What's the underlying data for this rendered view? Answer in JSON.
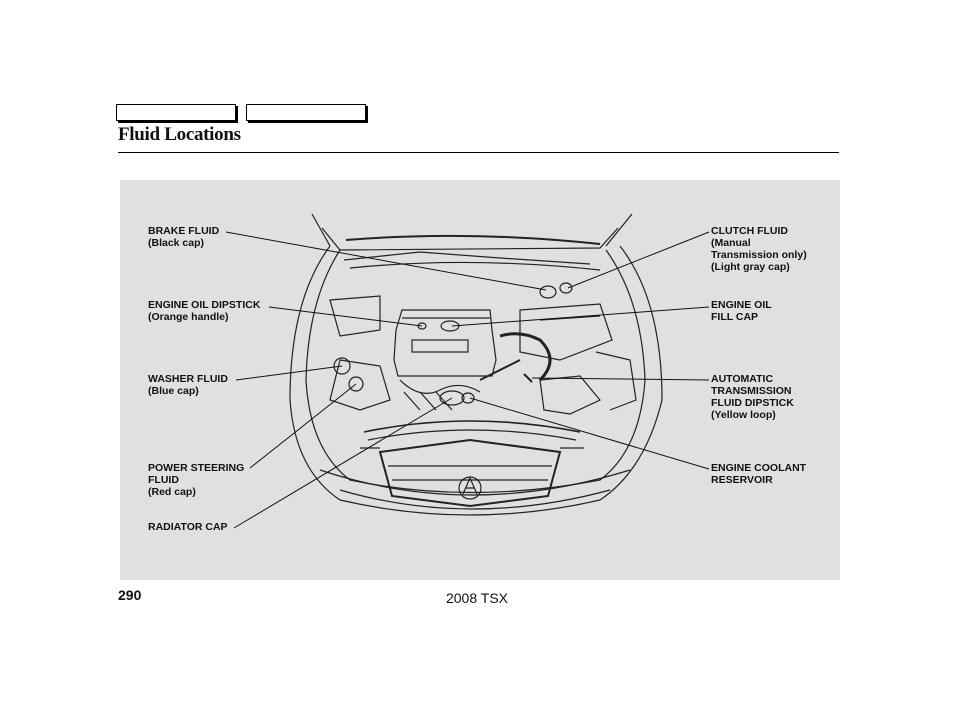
{
  "header": {
    "title": "Fluid Locations"
  },
  "labels": {
    "brake_fluid": [
      "BRAKE FLUID",
      "(Black cap)"
    ],
    "oil_dipstick": [
      "ENGINE OIL DIPSTICK",
      "(Orange handle)"
    ],
    "washer_fluid": [
      "WASHER FLUID",
      "(Blue cap)"
    ],
    "power_steering": [
      "POWER STEERING",
      "FLUID",
      "(Red cap)"
    ],
    "radiator_cap": [
      "RADIATOR CAP"
    ],
    "clutch_fluid": [
      "CLUTCH FLUID",
      "(Manual",
      "Transmission only)",
      "(Light gray cap)"
    ],
    "oil_fill_cap": [
      "ENGINE OIL",
      "FILL CAP"
    ],
    "atf_dipstick": [
      "AUTOMATIC",
      "TRANSMISSION",
      "FLUID DIPSTICK",
      "(Yellow loop)"
    ],
    "coolant_reservoir": [
      "ENGINE COOLANT",
      "RESERVOIR"
    ]
  },
  "footer": {
    "page_number": "290",
    "model": "2008  TSX"
  }
}
